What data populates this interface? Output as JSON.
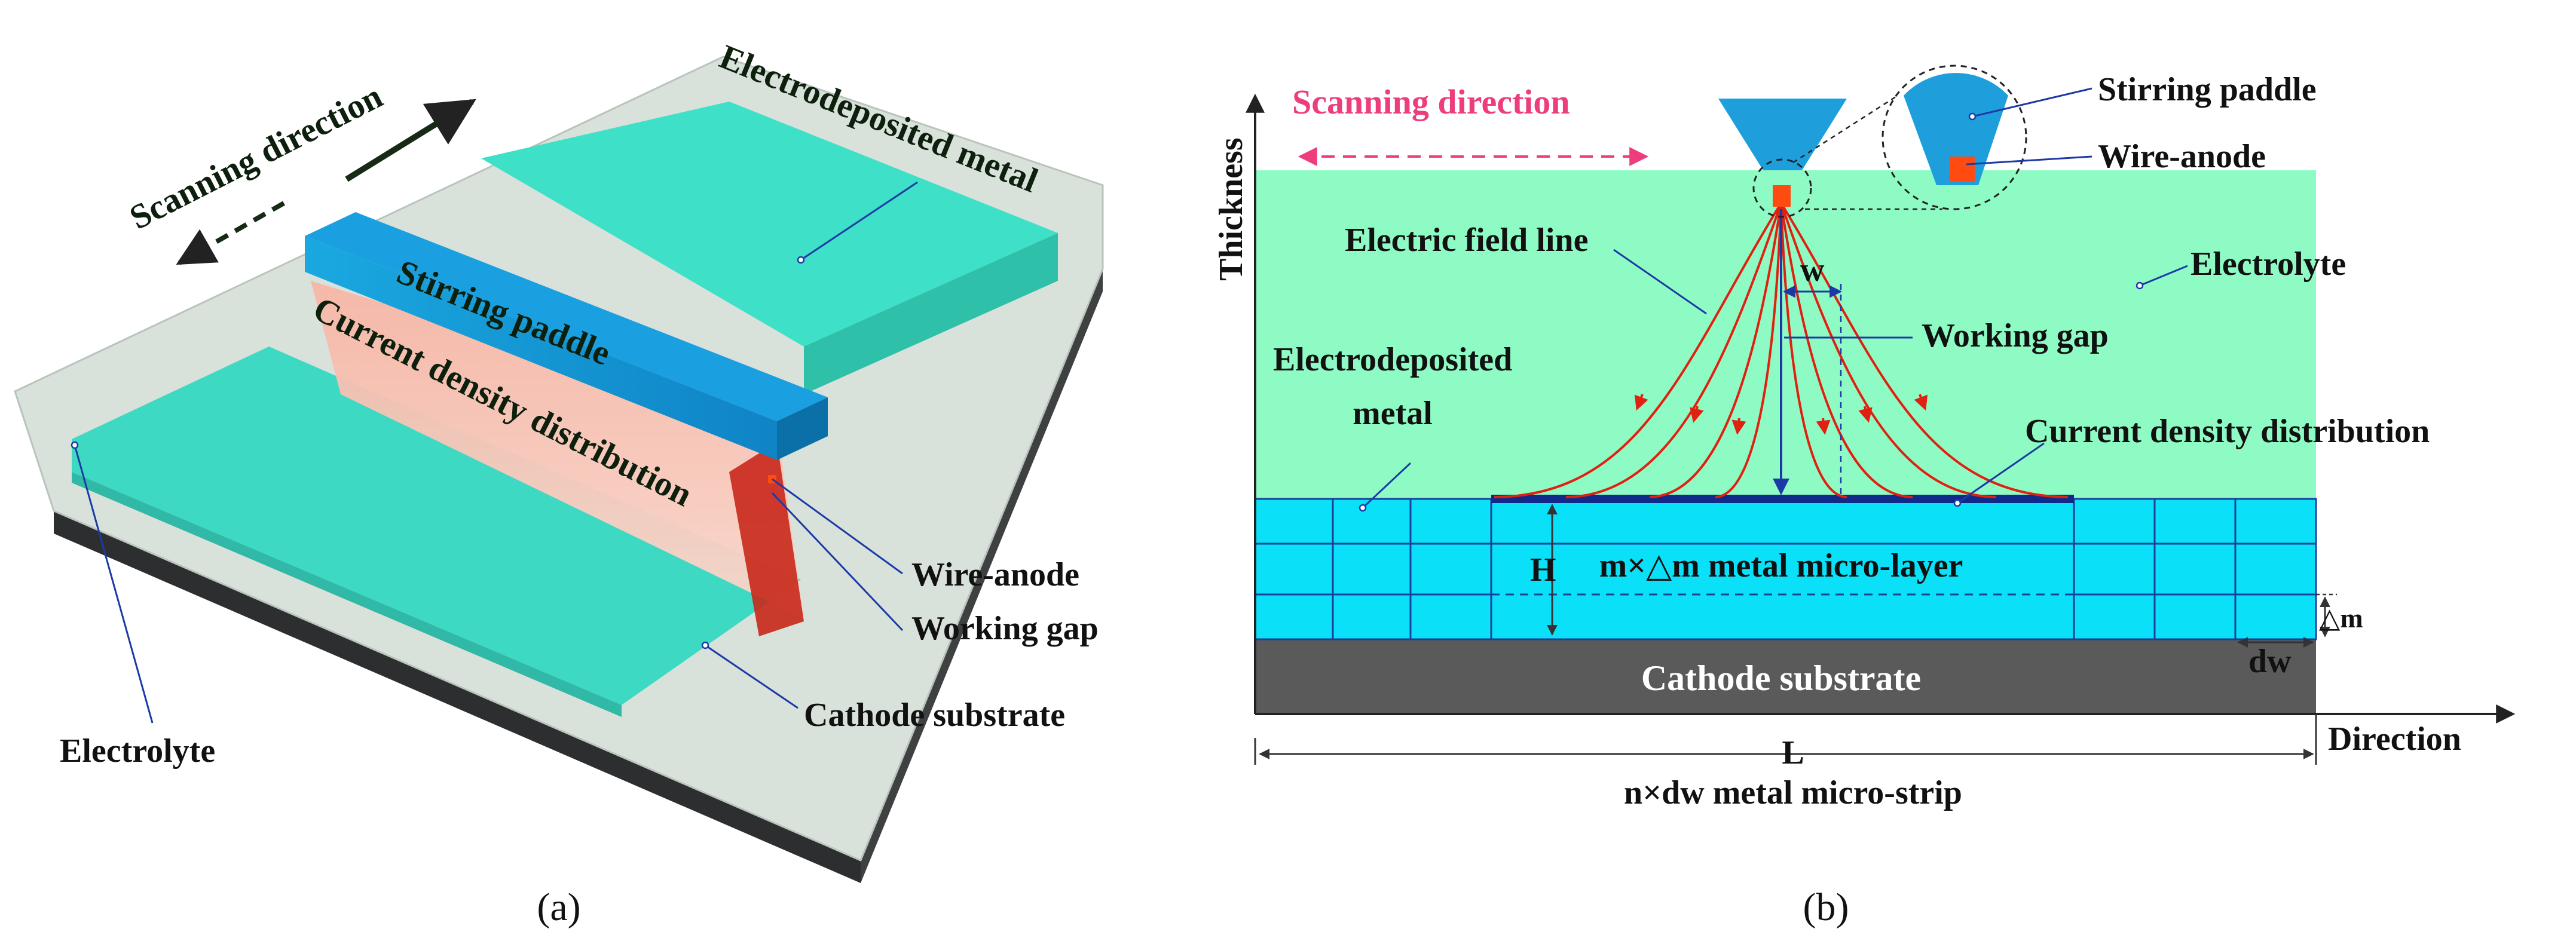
{
  "panel_a": {
    "caption": "(a)",
    "labels": {
      "scanning_direction": "Scanning direction",
      "electrodeposited_metal": "Electrodeposited metal",
      "stirring_paddle": "Stirring paddle",
      "current_density_distribution": "Current density distribution",
      "wire_anode": "Wire-anode",
      "working_gap": "Working gap",
      "cathode_substrate": "Cathode substrate",
      "electrolyte": "Electrolyte"
    }
  },
  "panel_b": {
    "caption": "(b)",
    "labels": {
      "scanning_direction": "Scanning direction",
      "stirring_paddle": "Stirring paddle",
      "wire_anode": "Wire-anode",
      "thickness_axis": "Thickness",
      "electric_field_line": "Electric field line",
      "w": "w",
      "electrolyte": "Electrolyte",
      "working_gap": "Working gap",
      "electrodeposited_metal_line1": "Electrodeposited",
      "electrodeposited_metal_line2": "metal",
      "current_density_distribution": "Current density distribution",
      "H": "H",
      "micro_layer": "m×△m metal micro-layer",
      "delta_m": "△m",
      "dw": "dw",
      "cathode_substrate": "Cathode substrate",
      "direction_axis": "Direction",
      "L": "L",
      "micro_strip": "n×dw metal micro-strip"
    }
  },
  "colors": {
    "electrolyte": "#8ffbc4",
    "metal_layer": "#0ae0f7",
    "substrate": "#5a5a5a",
    "paddle": "#1e9fdc",
    "anode": "#ff4a10",
    "field_line": "#e02010",
    "scan_label": "#ee3d7d",
    "leader_line": "#1b3aa6"
  }
}
